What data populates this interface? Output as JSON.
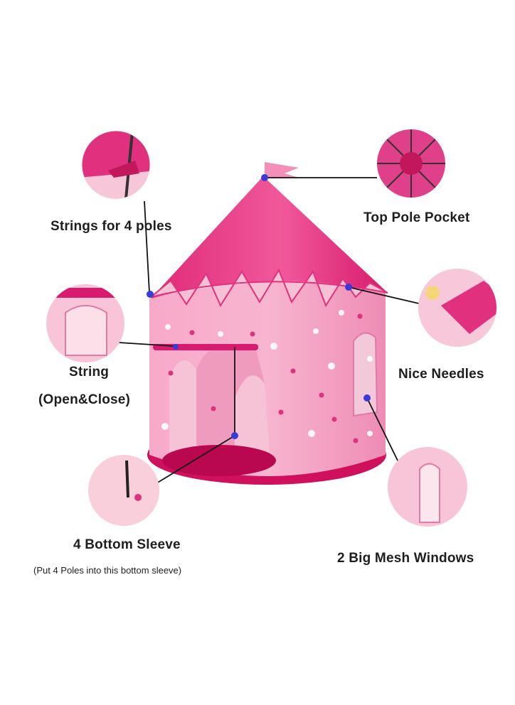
{
  "labels": {
    "strings_for_poles": "Strings for 4 poles",
    "top_pole_pocket": "Top Pole Pocket",
    "string": "String",
    "open_close": "(Open&Close)",
    "nice_needles": "Nice Needles",
    "bottom_sleeve": "4 Bottom Sleeve",
    "bottom_sleeve_note": "(Put 4 Poles into this bottom sleeve)",
    "mesh_windows": "2 Big Mesh Windows"
  },
  "colors": {
    "tent_pink": "#f48fb8",
    "roof_magenta": "#e8257a",
    "dark_magenta": "#c2185b",
    "pole_dot": "#3a3ad8",
    "leader_line": "#111111"
  }
}
